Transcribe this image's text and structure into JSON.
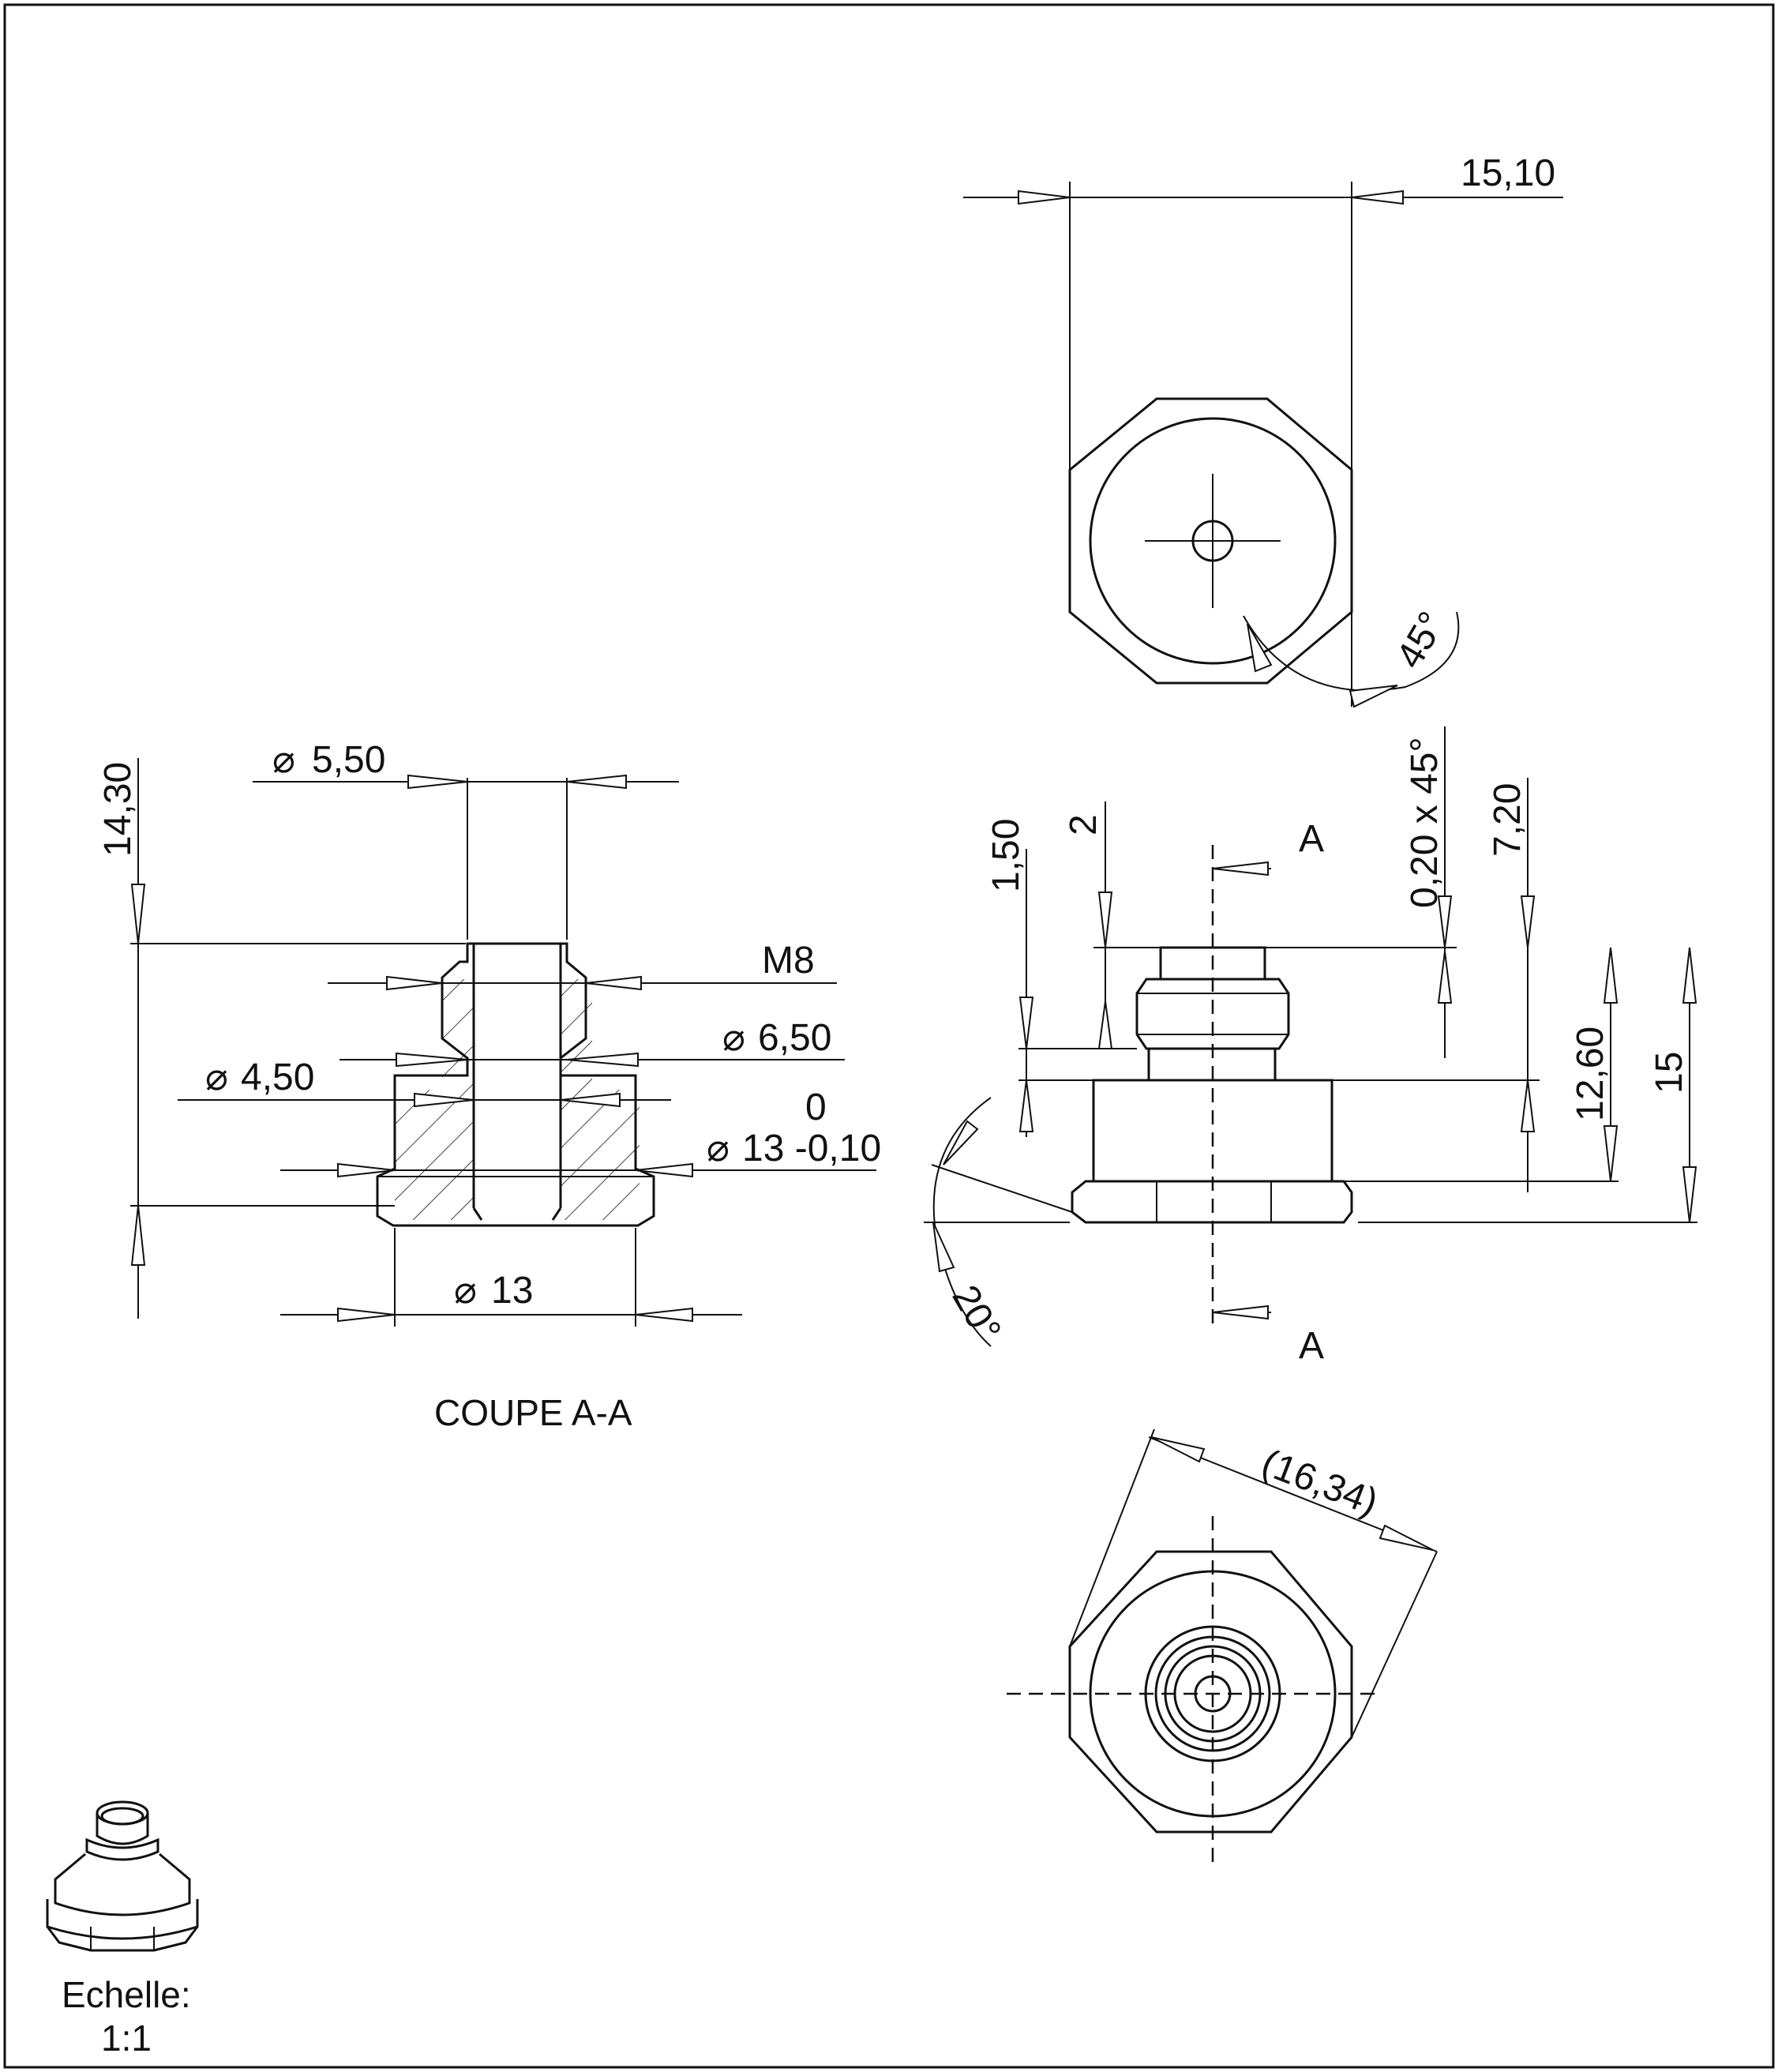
{
  "views": {
    "section": {
      "caption": "COUPE A-A",
      "dims": {
        "bore_diameter": "5,50",
        "overall_height": "14,30",
        "thread": "M8",
        "diameter_650": "6,50",
        "diameter_450": "4,50",
        "tolerance_upper": "0",
        "diameter_tol": "13 -0,10",
        "diameter_13": "13"
      }
    },
    "front": {
      "dims": {
        "d150": "1,50",
        "d2": "2",
        "chamfer": "0,20 x 45°",
        "d720": "7,20",
        "d1260": "12,60",
        "d15": "15",
        "angle": "20°"
      },
      "section_marks": [
        "A",
        "A"
      ]
    },
    "top": {
      "dims": {
        "width": "15,10",
        "angle": "45°"
      }
    },
    "bottom": {
      "dims": {
        "across_corners": "16,34"
      }
    }
  },
  "scale": {
    "label": "Echelle:",
    "value": "1:1"
  },
  "symbols": {
    "diameter": "diameter-symbol"
  }
}
